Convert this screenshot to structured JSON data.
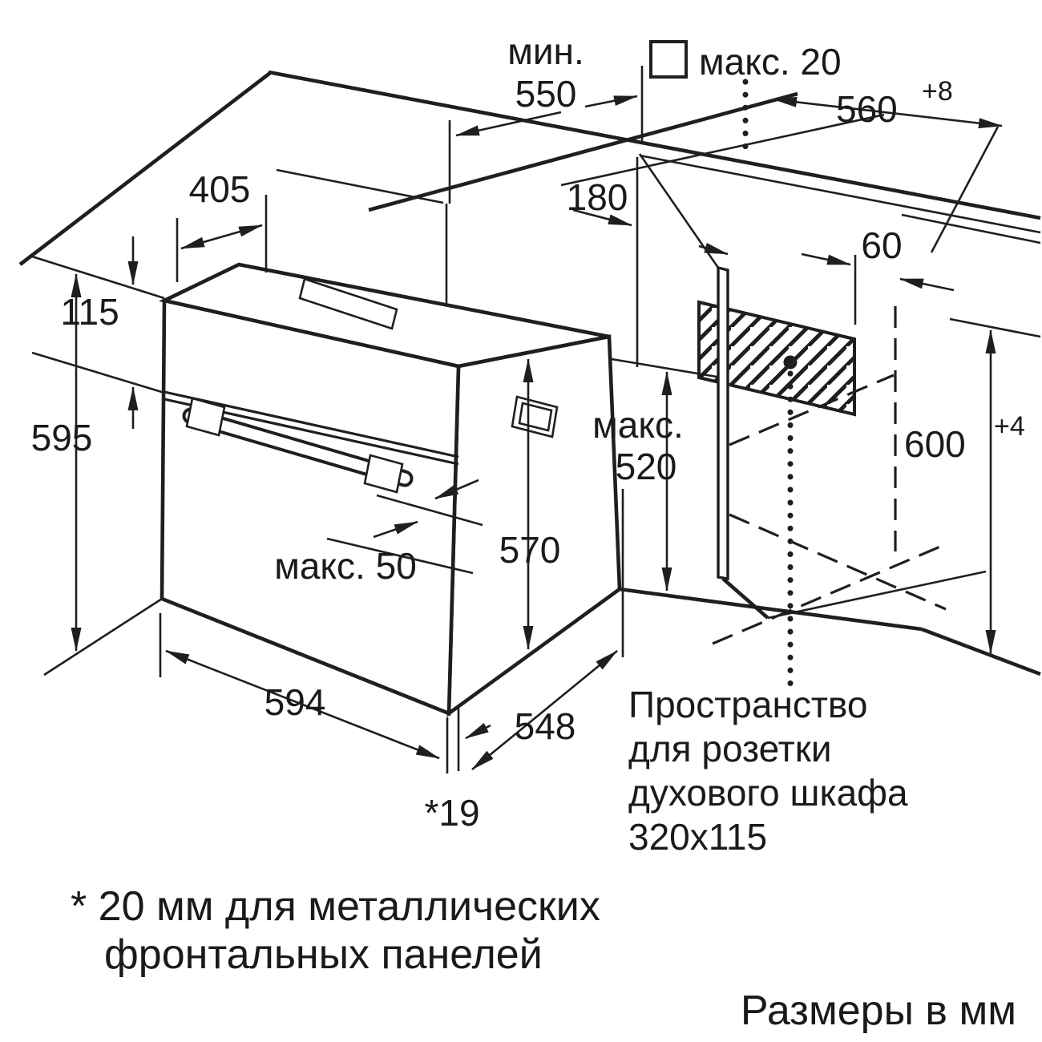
{
  "diagram": {
    "type": "appliance-installation-drawing",
    "subject": "built-in oven niche installation dimensions",
    "units_note": "Размеры в мм",
    "footnote": {
      "line1": "* 20 мм для металлических",
      "line2": "фронтальных панелей"
    },
    "socket_note": {
      "line1": "Пространство",
      "line2": "для розетки",
      "line3": "духового шкафа",
      "line4": "320x115"
    },
    "dimensions": {
      "min_550": {
        "prefix": "мин.",
        "value": "550"
      },
      "max_20": {
        "label": "макс. 20"
      },
      "d560": {
        "value": "560",
        "tolerance": "+8"
      },
      "d405": {
        "value": "405"
      },
      "d115": {
        "value": "115"
      },
      "d595": {
        "value": "595"
      },
      "d180": {
        "value": "180"
      },
      "d60": {
        "value": "60"
      },
      "d600": {
        "value": "600",
        "tolerance": "+4"
      },
      "max_520": {
        "prefix": "макс.",
        "value": "520"
      },
      "d570": {
        "value": "570"
      },
      "max_50": {
        "label": "макс. 50"
      },
      "d594": {
        "value": "594"
      },
      "d548": {
        "value": "548"
      },
      "d19": {
        "value": "*19"
      }
    },
    "colors": {
      "line": "#1f1f1f",
      "background": "#ffffff"
    }
  }
}
